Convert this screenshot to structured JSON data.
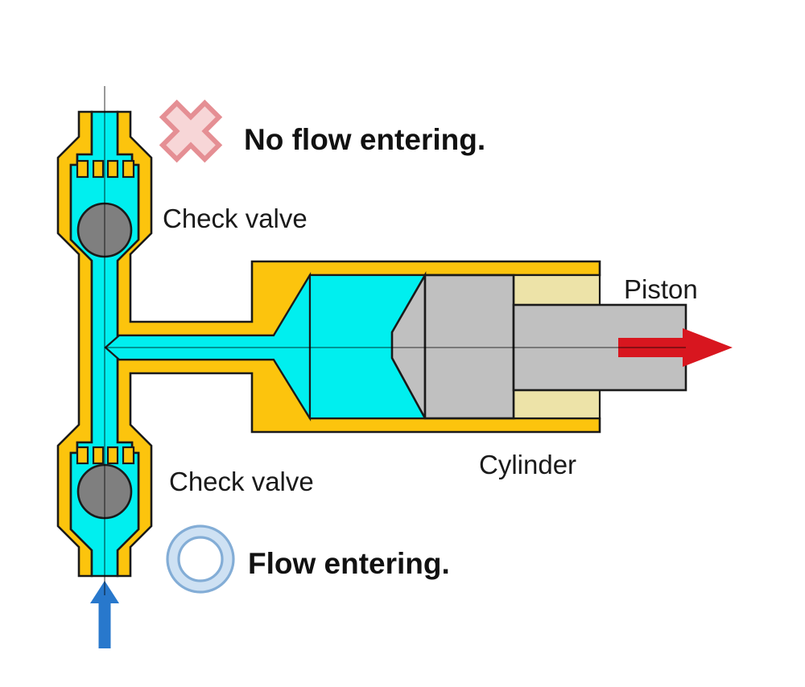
{
  "diagram": {
    "title": "Check valve and piston cylinder flow diagram",
    "annotations": {
      "no_flow": "No flow entering.",
      "flow": "Flow entering.",
      "check_valve_top": "Check valve",
      "check_valve_bottom": "Check valve",
      "piston": "Piston",
      "cylinder": "Cylinder"
    },
    "icons": {
      "no_flow_icon": "pink-cross-icon",
      "flow_icon": "blue-ring-icon",
      "piston_motion": "red-right-arrow",
      "inlet_flow": "blue-up-arrow"
    },
    "colors": {
      "valve_body_yellow": "#FCC40D",
      "fluid_cyan": "#00EFEF",
      "ball_gray": "#7F7F7F",
      "piston_gray": "#C0C0C0",
      "rod_side_cream": "#EDE3A8",
      "outline_black": "#1A1A1A",
      "arrow_red": "#D8161F",
      "arrow_blue": "#2878CC",
      "cross_fill_pink": "#F7D6D7",
      "cross_stroke_pink": "#E58F94",
      "ring_fill_blue": "#CEE1F3",
      "ring_stroke_blue": "#83ADD6",
      "background": "#FFFFFF"
    }
  }
}
